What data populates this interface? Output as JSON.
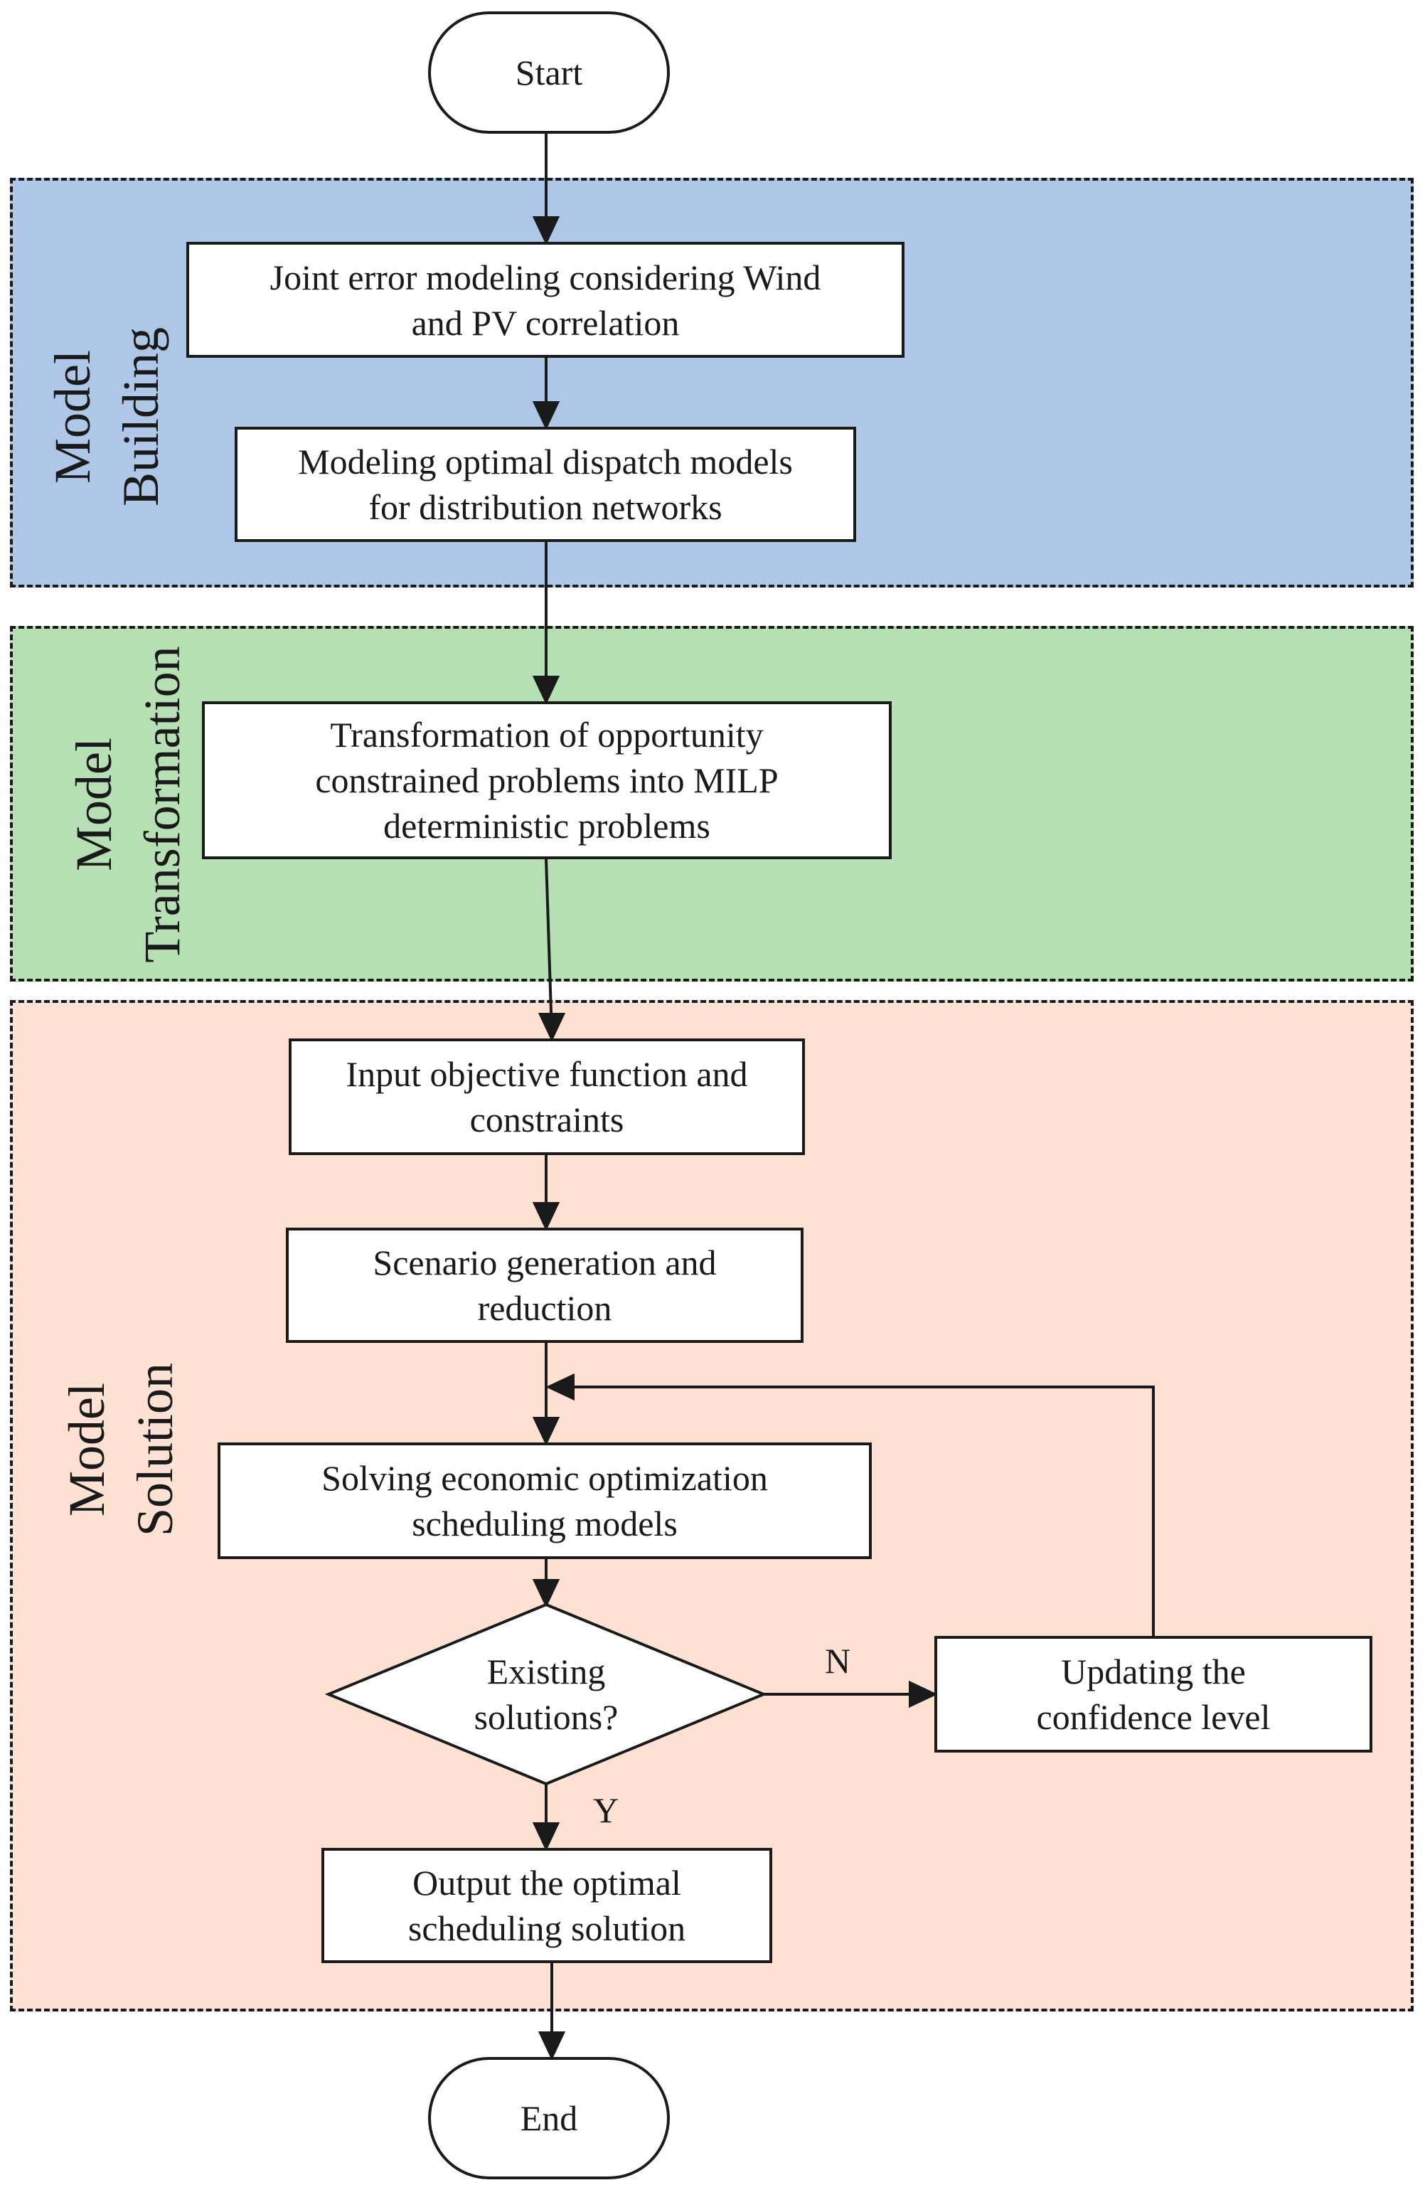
{
  "regions": {
    "building": {
      "line1": "Model",
      "line2": "Building",
      "color": "#aec7e6"
    },
    "transformation": {
      "line1": "Model",
      "line2": "Transformation",
      "color": "#b6e0b3"
    },
    "solution": {
      "line1": "Model",
      "line2": "Solution",
      "color": "#fde2d4"
    }
  },
  "nodes": {
    "start": "Start",
    "joint_error": "Joint error modeling considering Wind\nand PV correlation",
    "dispatch_models": "Modeling optimal dispatch models\nfor distribution networks",
    "transformation": "Transformation of opportunity\nconstrained problems into MILP\ndeterministic problems",
    "input_objective": "Input objective function and\nconstraints",
    "scenario": "Scenario generation and\nreduction",
    "solving": "Solving economic optimization\nscheduling models",
    "decision": "Existing\nsolutions?",
    "updating": "Updating the\nconfidence level",
    "output": "Output the optimal\nscheduling solution",
    "end": "End"
  },
  "edges": {
    "no_label": "N",
    "yes_label": "Y"
  }
}
